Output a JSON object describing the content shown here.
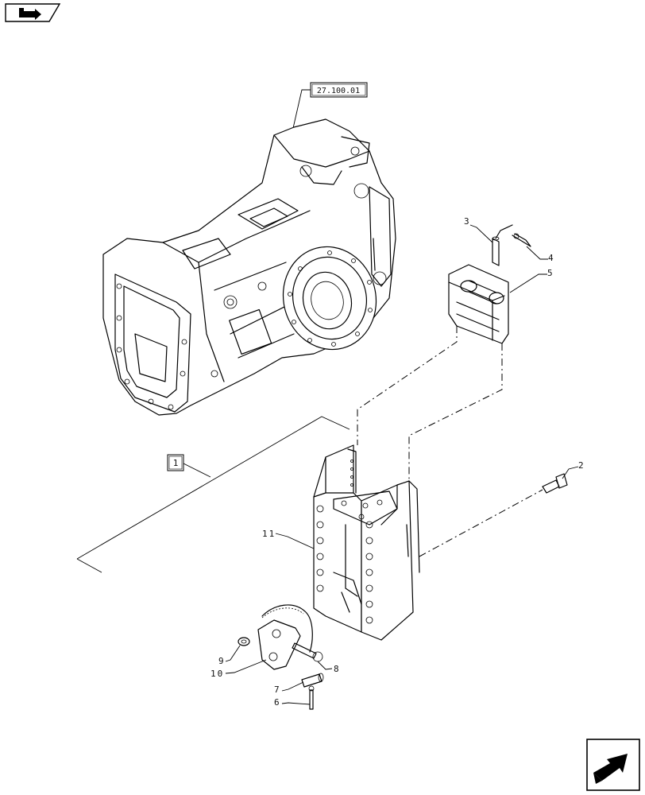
{
  "diagram": {
    "reference_label": "27.100.01",
    "assembly_label": "1",
    "callouts": [
      {
        "id": "2",
        "label": "2"
      },
      {
        "id": "3",
        "label": "3"
      },
      {
        "id": "4",
        "label": "4"
      },
      {
        "id": "5",
        "label": "5"
      },
      {
        "id": "6",
        "label": "6"
      },
      {
        "id": "7",
        "label": "7"
      },
      {
        "id": "8",
        "label": "8"
      },
      {
        "id": "9",
        "label": "9"
      },
      {
        "id": "10",
        "label": "10"
      },
      {
        "id": "11",
        "label": "11"
      }
    ]
  },
  "icons": {
    "top_left": "back-arrow-icon",
    "bottom_right": "next-page-arrow-icon"
  }
}
